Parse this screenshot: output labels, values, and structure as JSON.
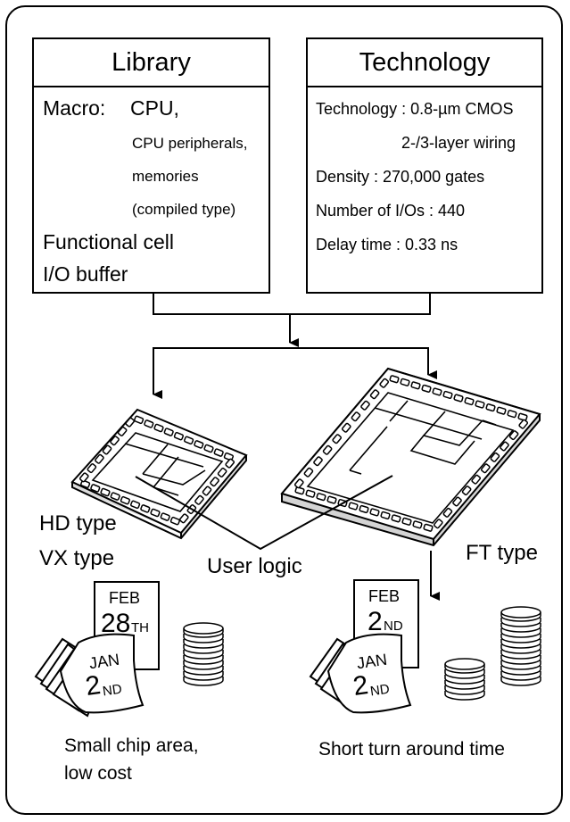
{
  "library": {
    "title": "Library",
    "macro_label": "Macro:",
    "macro_cpu": "CPU,",
    "macro_lines": [
      "CPU peripherals,",
      "memories",
      "(compiled type)"
    ],
    "functional_cell": "Functional cell",
    "io_buffer": "I/O buffer"
  },
  "technology": {
    "title": "Technology",
    "tech_line1": "Technology :  0.8-µm CMOS",
    "tech_line2": "2-/3-layer wiring",
    "density": "Density :  270,000 gates",
    "ios": "Number of I/Os :  440",
    "delay": "Delay time :  0.33 ns"
  },
  "labels": {
    "hd_type": "HD type",
    "vx_type": "VX type",
    "user_logic": "User logic",
    "ft_type": "FT type"
  },
  "calendar_left": {
    "month_top": "FEB",
    "day_top": "28",
    "suffix_top": "TH",
    "month_bottom": "JAN",
    "day_bottom": "2",
    "suffix_bottom": "ND"
  },
  "calendar_right": {
    "month_top": "FEB",
    "day_top": "2",
    "suffix_top": "ND",
    "month_bottom": "JAN",
    "day_bottom": "2",
    "suffix_bottom": "ND"
  },
  "captions": {
    "left_line1": "Small chip area,",
    "left_line2": "low cost",
    "right": "Short turn around time"
  }
}
